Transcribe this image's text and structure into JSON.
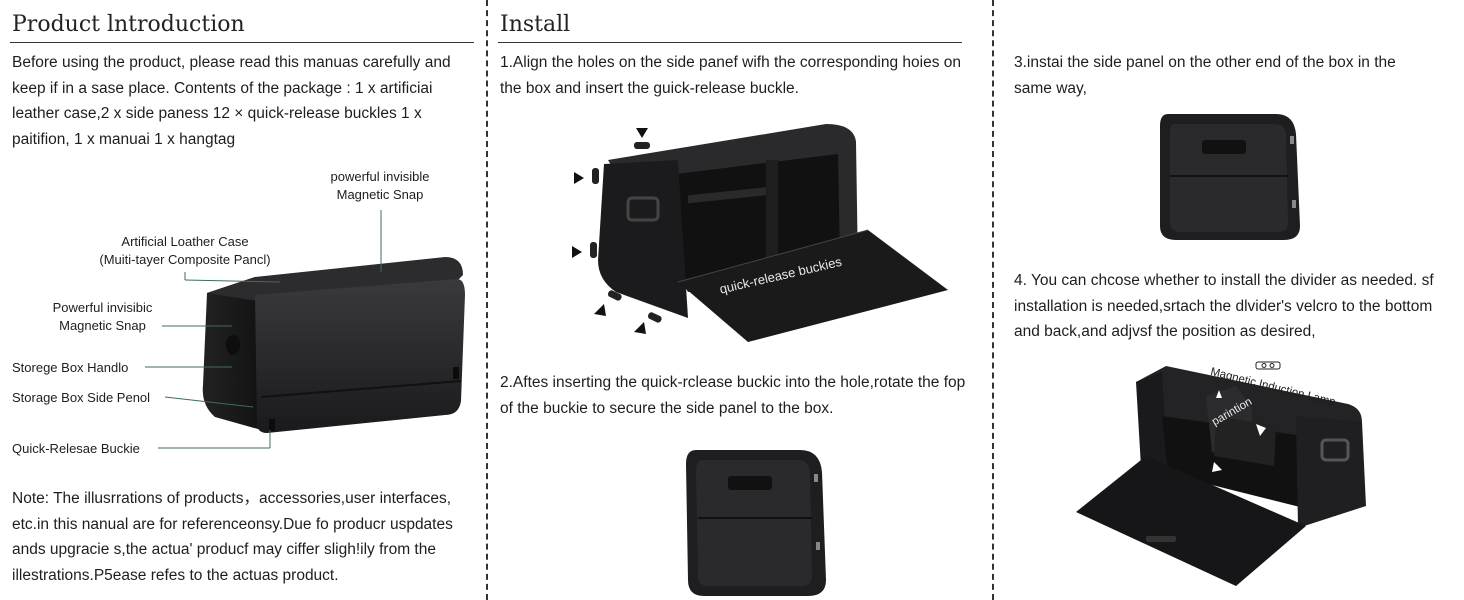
{
  "intro": {
    "title": "Product lntroduction",
    "body": "Before using the product, please read this manuas carefully and keep if in a sase place. Contents of the package : 1 x artificiai leather case,2 x side paness 12 × quick-release buckles 1 x paitifion, 1 x manuai 1 x hangtag",
    "labels": {
      "magnetic_top": [
        "powerful invisible",
        "Magnetic Snap"
      ],
      "leather_case": [
        "Artificial Loather Case",
        "(Muiti-tayer Composite Pancl)"
      ],
      "magnetic_side": [
        "Powerful invisibic",
        "Magnetic Snap"
      ],
      "handle": "Storege Box Handlo",
      "side_panel": "Storage Box Side Penol",
      "buckle": "Quick-Relesae Buckie"
    },
    "note": "Note: The illusrrations of products，accessories,user interfaces, etc.in this nanual are for referenceonsy.Due fo producr uspdates ands upgracie s,the actua' producf may ciffer sligh!ily from the illestrations.P5ease refes to the actuas product."
  },
  "install": {
    "title": "Install",
    "step1": "1.Align the holes on the side panef wifh the corresponding hoies on the box and insert the guick-release buckle.",
    "step1_label": "quick-release buckies",
    "step2": "2.Aftes inserting the quick-rclease buckic into the hole,rotate the fop of the buckie to secure the side panel to the box."
  },
  "steps": {
    "step3": "3.instai the side panel on the other end of the box in the same way,",
    "step4": "4. You can chcose whether to install the divider as needed. sf installation is needed,srtach the dlvider's velcro to the bottom and back,and adjvsf the position as desired,",
    "lamp_label": "Magnetic Induction Lamp",
    "partition_label": "parintion"
  },
  "colors": {
    "text": "#1e1e1e",
    "leader": "#3d6b63",
    "product": "#1c1c1e"
  }
}
